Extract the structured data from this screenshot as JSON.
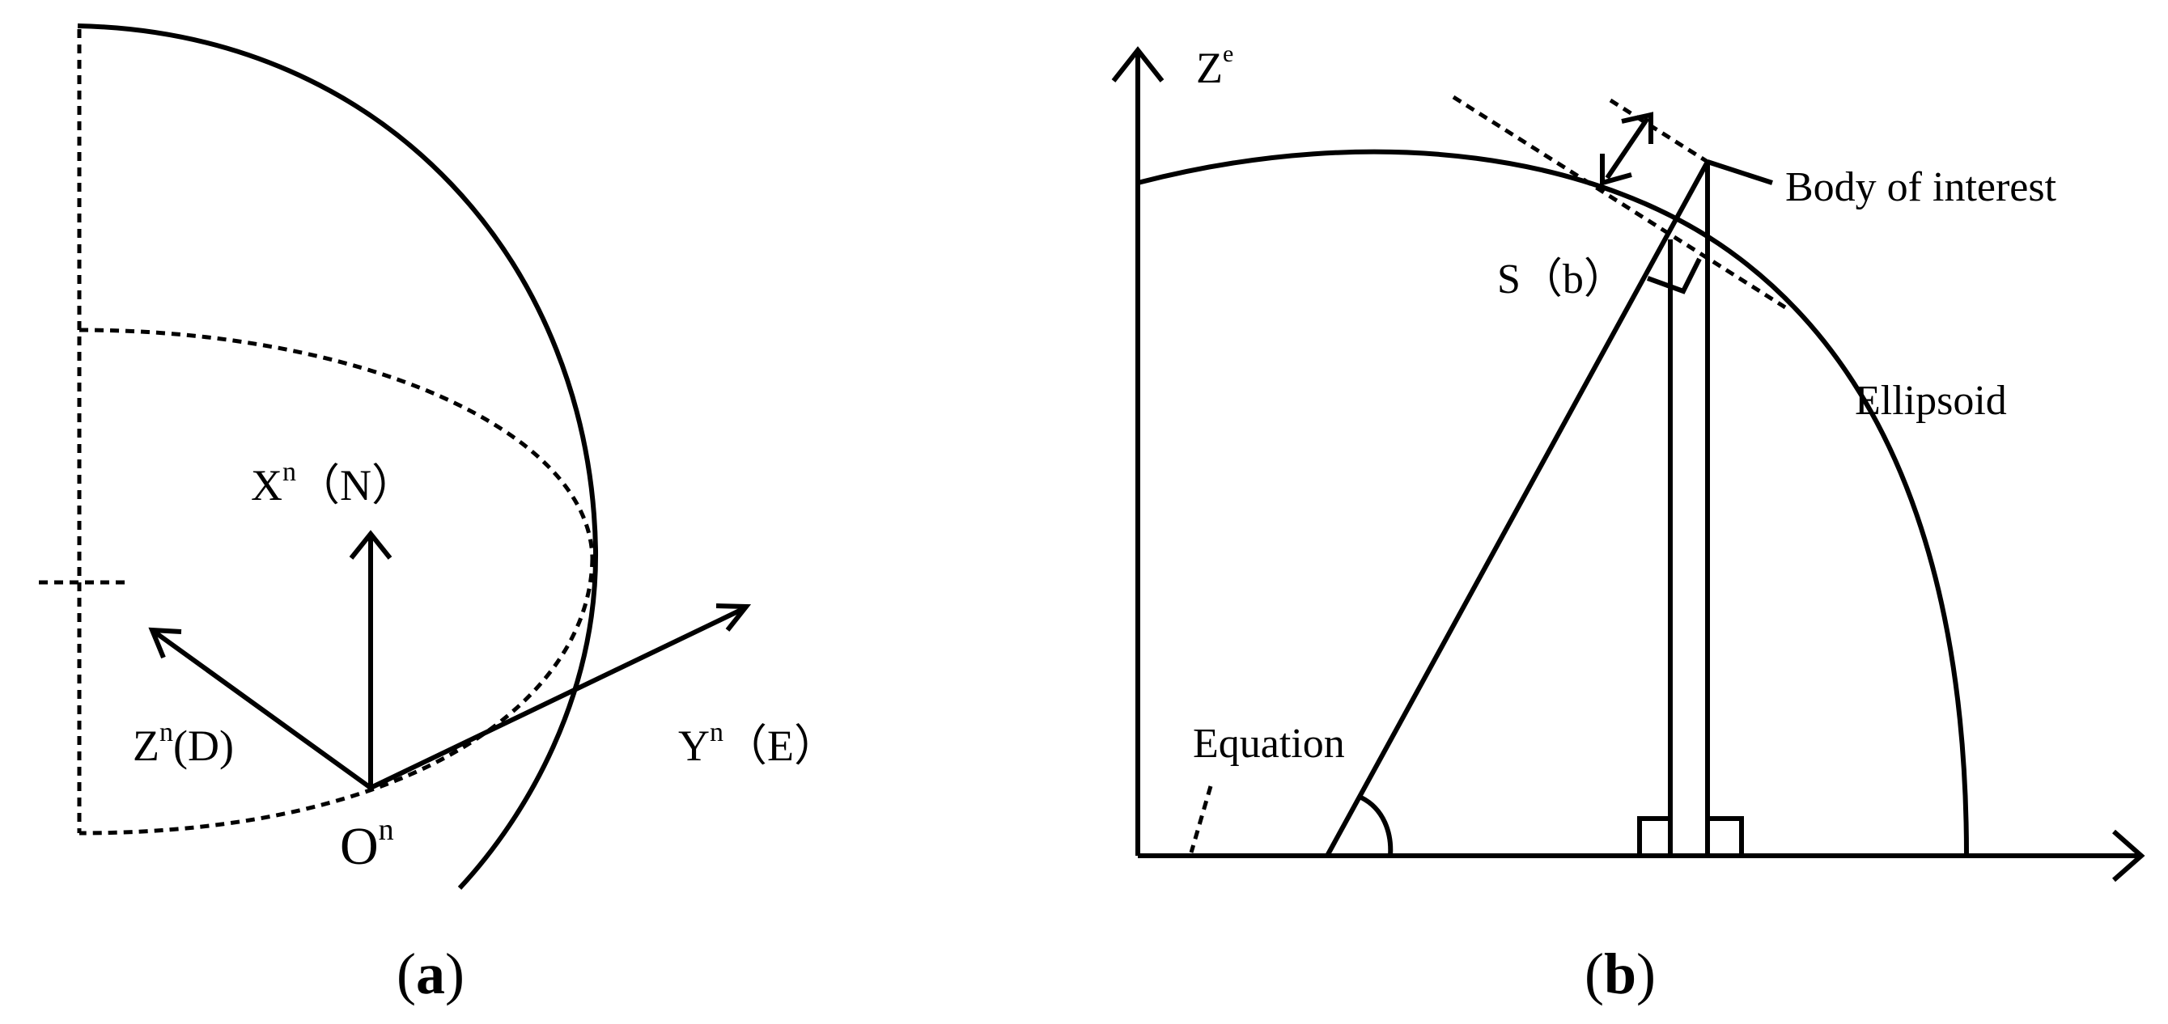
{
  "panel_a": {
    "axis_x": {
      "base": "X",
      "sup": "n",
      "suffix": "（N）"
    },
    "axis_y": {
      "base": "Y",
      "sup": "n",
      "suffix": "（E）"
    },
    "axis_z": {
      "base": "Z",
      "sup": "n",
      "suffix": "(D)"
    },
    "origin": {
      "base": "O",
      "sup": "n"
    },
    "caption": {
      "open": "(",
      "letter": "a",
      "close": ")"
    }
  },
  "panel_b": {
    "axis_z": {
      "base": "Z",
      "sup": "e"
    },
    "body_label": "Body of interest",
    "point_label": "S（b）",
    "ellipsoid_label": "Ellipsoid",
    "equation_label": "Equation",
    "caption": {
      "open": "(",
      "letter": "b",
      "close": ")"
    }
  },
  "colors": {
    "ink": "#000000",
    "background": "#ffffff"
  }
}
